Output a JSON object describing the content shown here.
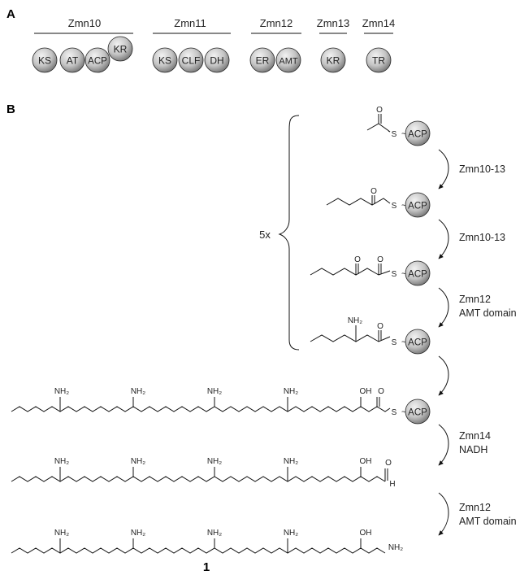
{
  "panel_a": {
    "label": "A",
    "proteins": [
      {
        "name": "Zmn10",
        "domains": [
          "KS",
          "AT",
          "ACP",
          "KR"
        ]
      },
      {
        "name": "Zmn11",
        "domains": [
          "KS",
          "CLF",
          "DH"
        ]
      },
      {
        "name": "Zmn12",
        "domains": [
          "ER",
          "AMT"
        ]
      },
      {
        "name": "Zmn13",
        "domains": [
          "KR"
        ]
      },
      {
        "name": "Zmn14",
        "domains": [
          "TR"
        ]
      }
    ]
  },
  "panel_b": {
    "label": "B",
    "repeat_label": "5x",
    "carrier": "ACP",
    "thioester_s": "S",
    "substituents": {
      "amine": "NH₂",
      "hydroxyl": "OH",
      "carbonyl_o": "O",
      "aldehyde_h": "H"
    },
    "steps": [
      {
        "lines": [
          "Zmn10-13"
        ]
      },
      {
        "lines": [
          "Zmn10-13"
        ]
      },
      {
        "lines": [
          "Zmn12",
          "AMT domain"
        ]
      },
      {
        "lines": []
      },
      {
        "lines": [
          "Zmn14",
          "NADH"
        ]
      },
      {
        "lines": [
          "Zmn12",
          "AMT domain"
        ]
      }
    ],
    "product_label": "1"
  },
  "colors": {
    "domain_fill_light": "#f0f0f0",
    "domain_fill_dark": "#7a7a7a",
    "line": "#111111"
  }
}
